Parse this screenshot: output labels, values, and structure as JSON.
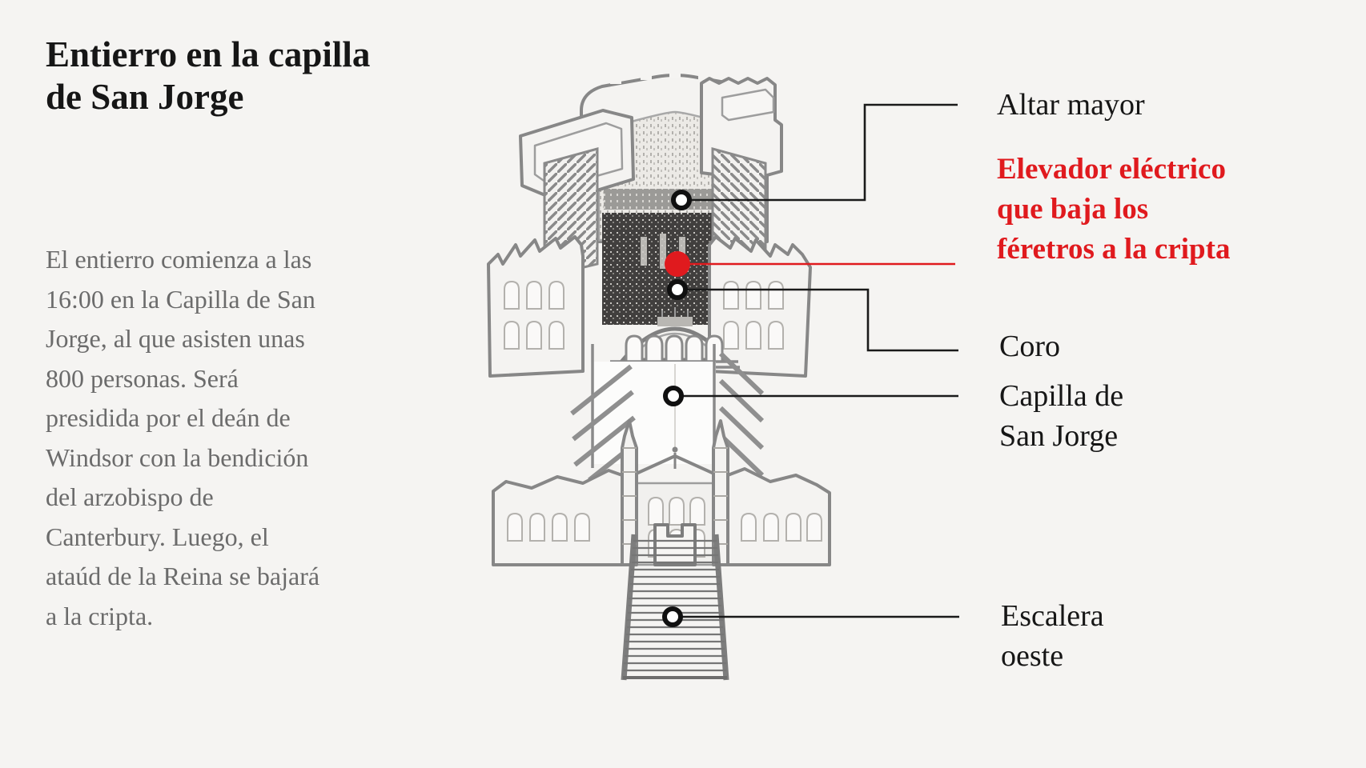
{
  "title": "Entierro en la capilla\nde San Jorge",
  "body_text": "El entierro comienza a las\n16:00 en la Capilla de San\nJorge, al que asisten unas\n800 personas. Será\npresidida por el deán de\nWindsor con la bendición\ndel arzobispo de\nCanterbury. Luego, el\nataúd de la Reina se bajará\na la cripta.",
  "callouts": {
    "altar_mayor": "Altar mayor",
    "elevador": "Elevador eléctrico\nque baja los\nféretros a la cripta",
    "coro": "Coro",
    "capilla": "Capilla de\nSan Jorge",
    "escalera": "Escalera\noeste"
  },
  "diagram_name": "st-georges-chapel-cutaway-plan",
  "colors": {
    "background": "#f5f4f2",
    "accent_red": "#e01a1e",
    "text_dark": "#161616",
    "text_gray": "#6b6b6b",
    "line_black": "#1a1a1a",
    "illustration_gray": "#878787"
  }
}
